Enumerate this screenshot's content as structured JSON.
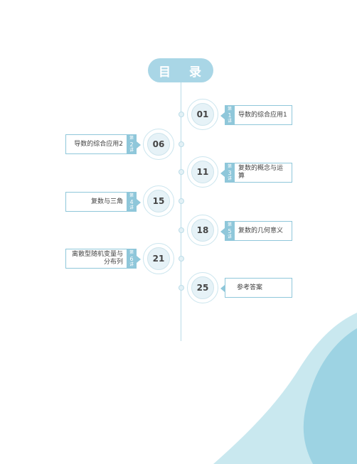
{
  "title": "目 录",
  "colors": {
    "accent": "#8fc7da",
    "wave_light": "#c9e8ef",
    "wave_dark": "#9dd3e3"
  },
  "entries": [
    {
      "page": "01",
      "side": "right",
      "tag_top": "第",
      "tag_num": "1",
      "tag_bottom": "讲",
      "label": "导数的综合应用1"
    },
    {
      "page": "06",
      "side": "left",
      "tag_top": "第",
      "tag_num": "2",
      "tag_bottom": "讲",
      "label": "导数的综合应用2"
    },
    {
      "page": "11",
      "side": "right",
      "tag_top": "第",
      "tag_num": "3",
      "tag_bottom": "讲",
      "label": "复数的概念与运算"
    },
    {
      "page": "15",
      "side": "left",
      "tag_top": "第",
      "tag_num": "4",
      "tag_bottom": "讲",
      "label": "复数与三角"
    },
    {
      "page": "18",
      "side": "right",
      "tag_top": "第",
      "tag_num": "5",
      "tag_bottom": "讲",
      "label": "复数的几何意义"
    },
    {
      "page": "21",
      "side": "left",
      "tag_top": "第",
      "tag_num": "6",
      "tag_bottom": "讲",
      "label": "离散型随机变量与分布列"
    },
    {
      "page": "25",
      "side": "right",
      "label": "参考答案"
    }
  ]
}
